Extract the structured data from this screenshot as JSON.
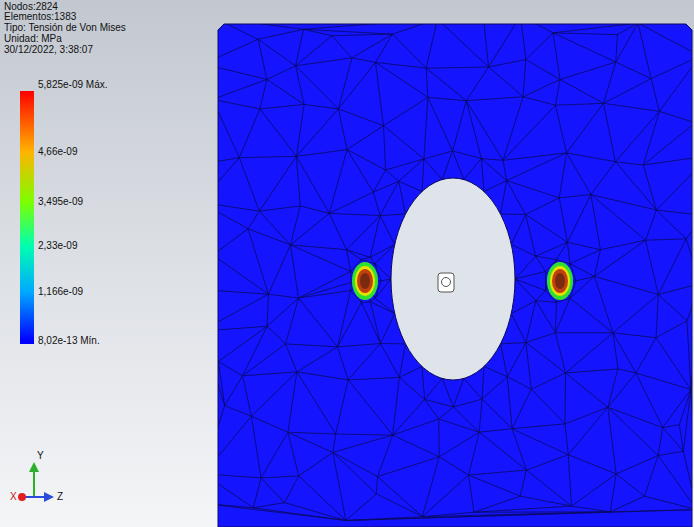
{
  "diagram": {
    "labels": [
      "Nodos:2824",
      "Elementos:1383",
      "Tipo: Tensión de Von Mises",
      "Unidad: MPa",
      "30/12/2022, 3:38:07",
      "Y",
      "X",
      "Z"
    ],
    "legend": [
      {
        "text": "5,825e-09 Máx.",
        "color": "#ff0000"
      },
      {
        "text": "4,66e-09",
        "color": "#ffb400"
      },
      {
        "text": "3,495e-09",
        "color": "#7cff00"
      },
      {
        "text": "2,33e-09",
        "color": "#00ffb0"
      },
      {
        "text": "1,166e-09",
        "color": "#00a8ff"
      },
      {
        "text": "8,02e-13 Mín.",
        "color": "#0000ff"
      }
    ]
  }
}
